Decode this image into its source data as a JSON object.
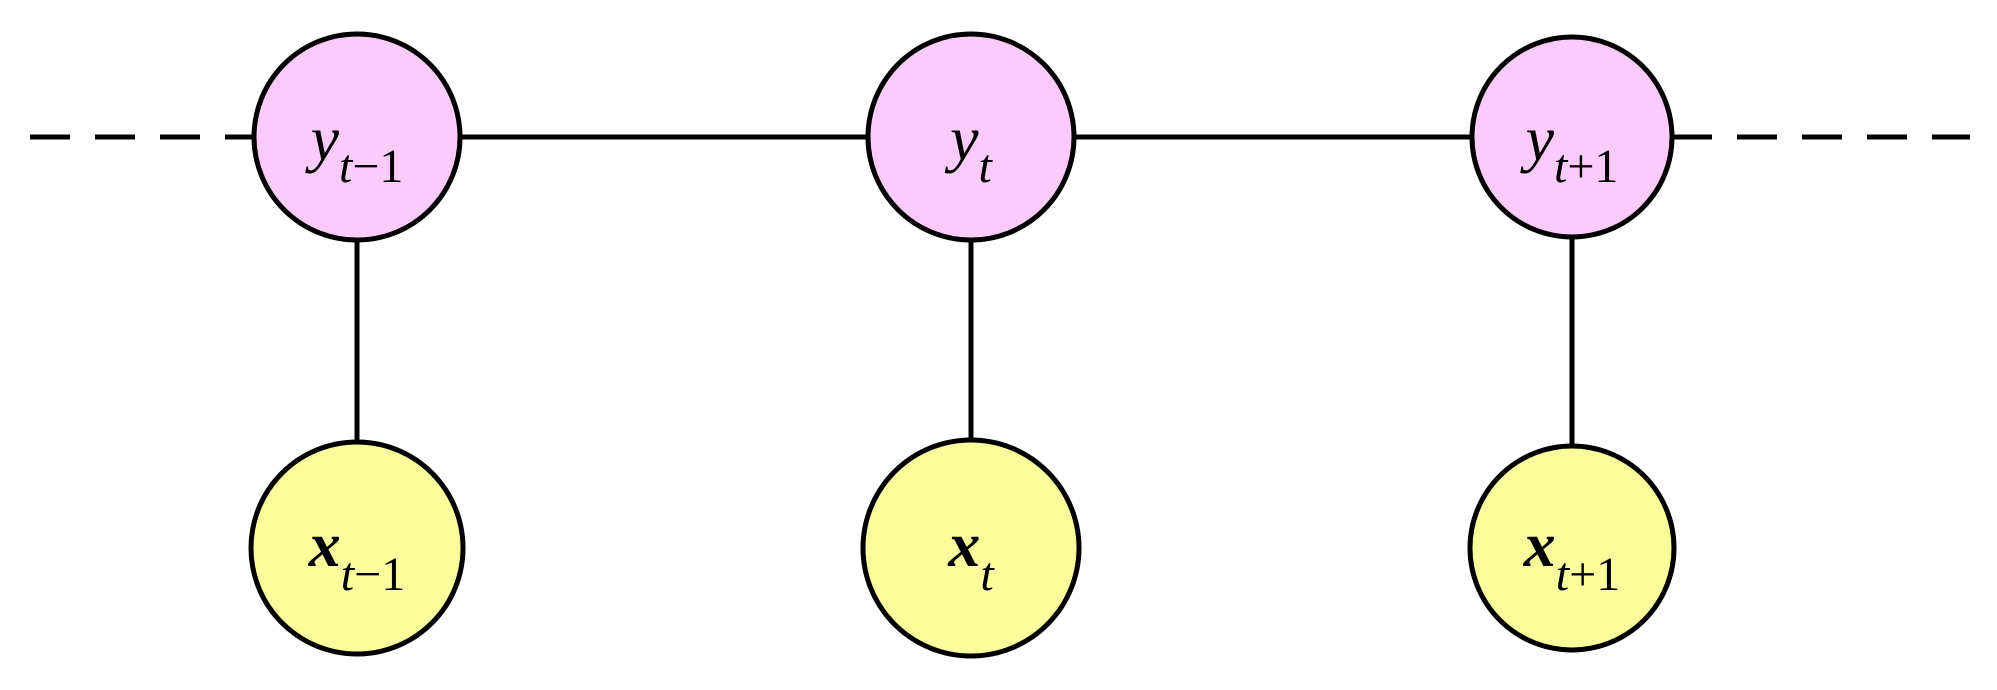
{
  "colors": {
    "hidden_fill": "#fccbfc",
    "observed_fill": "#fbfc9c",
    "line": "#000000"
  },
  "hidden_nodes": [
    {
      "id": "y-t-minus-1",
      "base": "y",
      "sub_var": "t",
      "sub_op": "−1"
    },
    {
      "id": "y-t",
      "base": "y",
      "sub_var": "t",
      "sub_op": ""
    },
    {
      "id": "y-t-plus-1",
      "base": "y",
      "sub_var": "t",
      "sub_op": "+1"
    }
  ],
  "observed_nodes": [
    {
      "id": "x-t-minus-1",
      "base": "x",
      "sub_var": "t",
      "sub_op": "−1"
    },
    {
      "id": "x-t",
      "base": "x",
      "sub_var": "t",
      "sub_op": ""
    },
    {
      "id": "x-t-plus-1",
      "base": "x",
      "sub_var": "t",
      "sub_op": "+1"
    }
  ],
  "edges": [
    {
      "from": "y-t-minus-1",
      "to": "y-t",
      "style": "solid"
    },
    {
      "from": "y-t",
      "to": "y-t-plus-1",
      "style": "solid"
    },
    {
      "from": "y-t-minus-1",
      "to": "x-t-minus-1",
      "style": "solid"
    },
    {
      "from": "y-t",
      "to": "x-t",
      "style": "solid"
    },
    {
      "from": "y-t-plus-1",
      "to": "x-t-plus-1",
      "style": "solid"
    },
    {
      "from": "left-continuation",
      "to": "y-t-minus-1",
      "style": "dashed"
    },
    {
      "from": "y-t-plus-1",
      "to": "right-continuation",
      "style": "dashed"
    }
  ]
}
